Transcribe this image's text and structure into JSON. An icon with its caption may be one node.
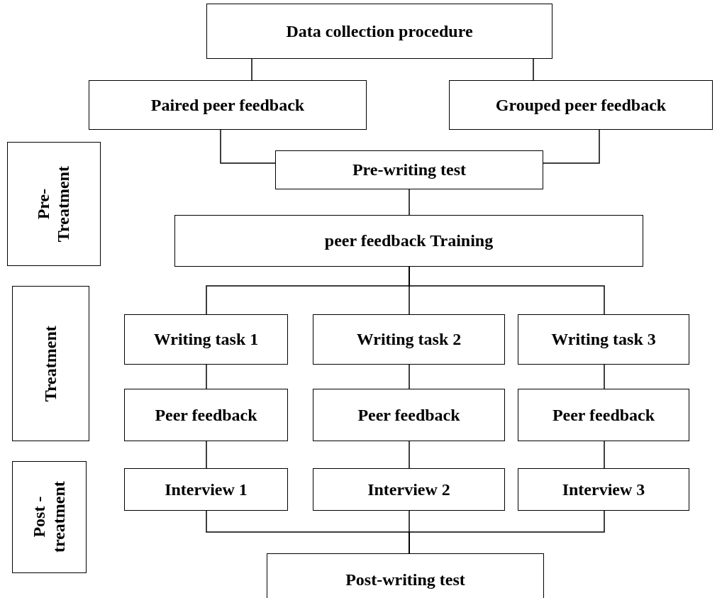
{
  "diagram": {
    "nodes": [
      {
        "text": [
          "Data collection procedure"
        ]
      },
      {
        "text": [
          "Paired peer feedback"
        ]
      },
      {
        "text": [
          "Grouped peer feedback"
        ]
      },
      {
        "text": [
          "Pre-writing test"
        ]
      },
      {
        "text": [
          "peer feedback Training"
        ]
      },
      {
        "text": [
          "Writing task 1"
        ]
      },
      {
        "text": [
          "Writing task 2"
        ]
      },
      {
        "text": [
          "Writing task 3"
        ]
      },
      {
        "text": [
          "Peer feedback"
        ]
      },
      {
        "text": [
          "Peer feedback"
        ]
      },
      {
        "text": [
          "Peer feedback"
        ]
      },
      {
        "text": [
          "Interview 1"
        ]
      },
      {
        "text": [
          "Interview 2"
        ]
      },
      {
        "text": [
          "Interview 3"
        ]
      },
      {
        "text": [
          "Post-writing test"
        ]
      },
      {
        "text": [
          "Pre- Treatment"
        ]
      },
      {
        "text": [
          "Treatment"
        ]
      },
      {
        "text": [
          "Post - treatment"
        ]
      }
    ],
    "edges": [
      {
        "from": 0,
        "to": 1,
        "arrow": "none"
      },
      {
        "from": 0,
        "to": 2,
        "arrow": "none"
      },
      {
        "from": 1,
        "to": 3,
        "arrow": "none"
      },
      {
        "from": 2,
        "to": 3,
        "arrow": "none"
      },
      {
        "from": 3,
        "to": 4,
        "arrow": "none"
      },
      {
        "from": 4,
        "to": 5,
        "arrow": "none"
      },
      {
        "from": 4,
        "to": 6,
        "arrow": "none"
      },
      {
        "from": 4,
        "to": 7,
        "arrow": "none"
      },
      {
        "from": 5,
        "to": 8,
        "arrow": "none"
      },
      {
        "from": 6,
        "to": 9,
        "arrow": "none"
      },
      {
        "from": 7,
        "to": 10,
        "arrow": "none"
      },
      {
        "from": 8,
        "to": 11,
        "arrow": "none"
      },
      {
        "from": 9,
        "to": 12,
        "arrow": "none"
      },
      {
        "from": 10,
        "to": 13,
        "arrow": "none"
      },
      {
        "from": 11,
        "to": 14,
        "arrow": "none"
      },
      {
        "from": 12,
        "to": 14,
        "arrow": "none"
      },
      {
        "from": 13,
        "to": 14,
        "arrow": "none"
      }
    ]
  }
}
